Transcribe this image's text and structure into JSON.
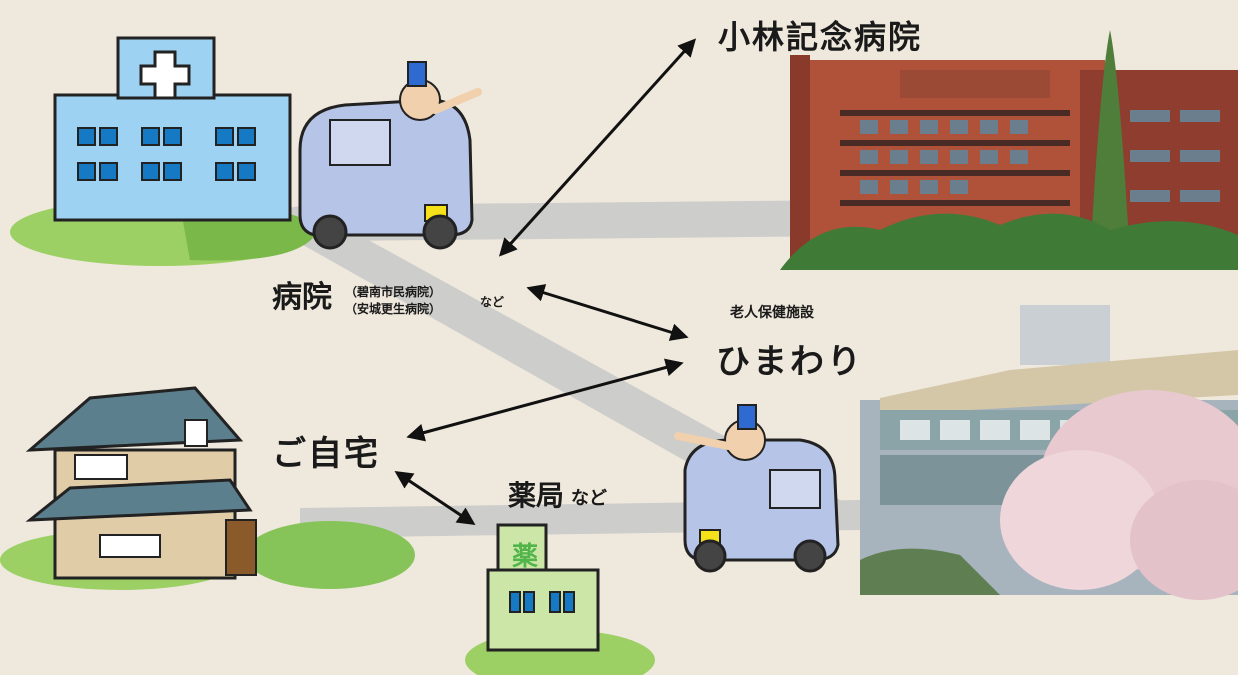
{
  "labels": {
    "kobayashi": "小林記念病院",
    "hospital": "病院",
    "hospital_sub_1": "（碧南市民病院）",
    "hospital_sub_2": "（安城更生病院）",
    "nado_1": "など",
    "facility_type": "老人保健施設",
    "himawari": "ひまわり",
    "home": "ご自宅",
    "pharmacy": "薬局",
    "nado_2": "など",
    "pharmacy_sign": "薬"
  },
  "colors": {
    "background": "#efe8dc",
    "road": "#cdcdcb",
    "hospital_building": "#9dd2f2",
    "window": "#1679c4",
    "grass": "#9ccf64",
    "pharmacy_green": "#52b54a",
    "van": "#b6c4e8"
  }
}
